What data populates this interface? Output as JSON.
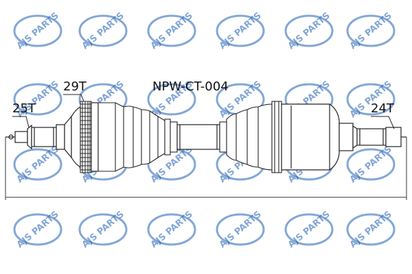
{
  "part_number": "NPW-CT-004",
  "labels": {
    "spline_outer_left": "25T",
    "abs_ring": "29T",
    "spline_right": "24T"
  },
  "watermark": {
    "text": "AJS PARTS",
    "color": "#1e5fb4"
  }
}
